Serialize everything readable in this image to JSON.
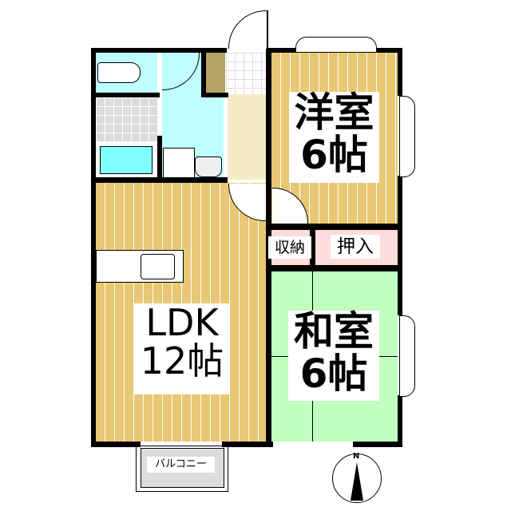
{
  "rooms": {
    "western": {
      "name": "洋室",
      "size": "6帖"
    },
    "ldk": {
      "name": "LDK",
      "size": "12帖"
    },
    "japanese": {
      "name": "和室",
      "size": "6帖"
    },
    "storage": {
      "name": "収納"
    },
    "closet": {
      "name": "押入"
    },
    "balcony": {
      "name": "バルコニー"
    }
  },
  "compass": {
    "label": "N"
  },
  "colors": {
    "wood": "#e9c874",
    "bath": "#bfffff",
    "tatami": "#c0ffc0",
    "closet": "#ffdcdc",
    "hall": "#f5ebc4",
    "brown": "#b5a464"
  }
}
